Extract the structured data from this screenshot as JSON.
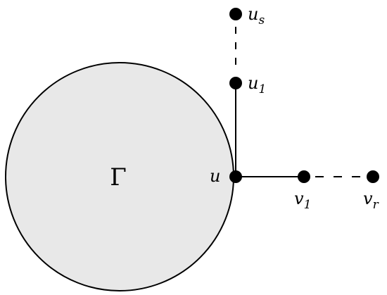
{
  "graph": {
    "region_label": "Γ",
    "vertices": {
      "u": {
        "base": "u",
        "sub": ""
      },
      "u1": {
        "base": "u",
        "sub": "1"
      },
      "us": {
        "base": "u",
        "sub": "s"
      },
      "v1": {
        "base": "v",
        "sub": "1"
      },
      "vr": {
        "base": "v",
        "sub": "r"
      }
    }
  },
  "colors": {
    "region_fill": "#e8e8e8",
    "stroke": "#000000",
    "vertex": "#000000"
  }
}
